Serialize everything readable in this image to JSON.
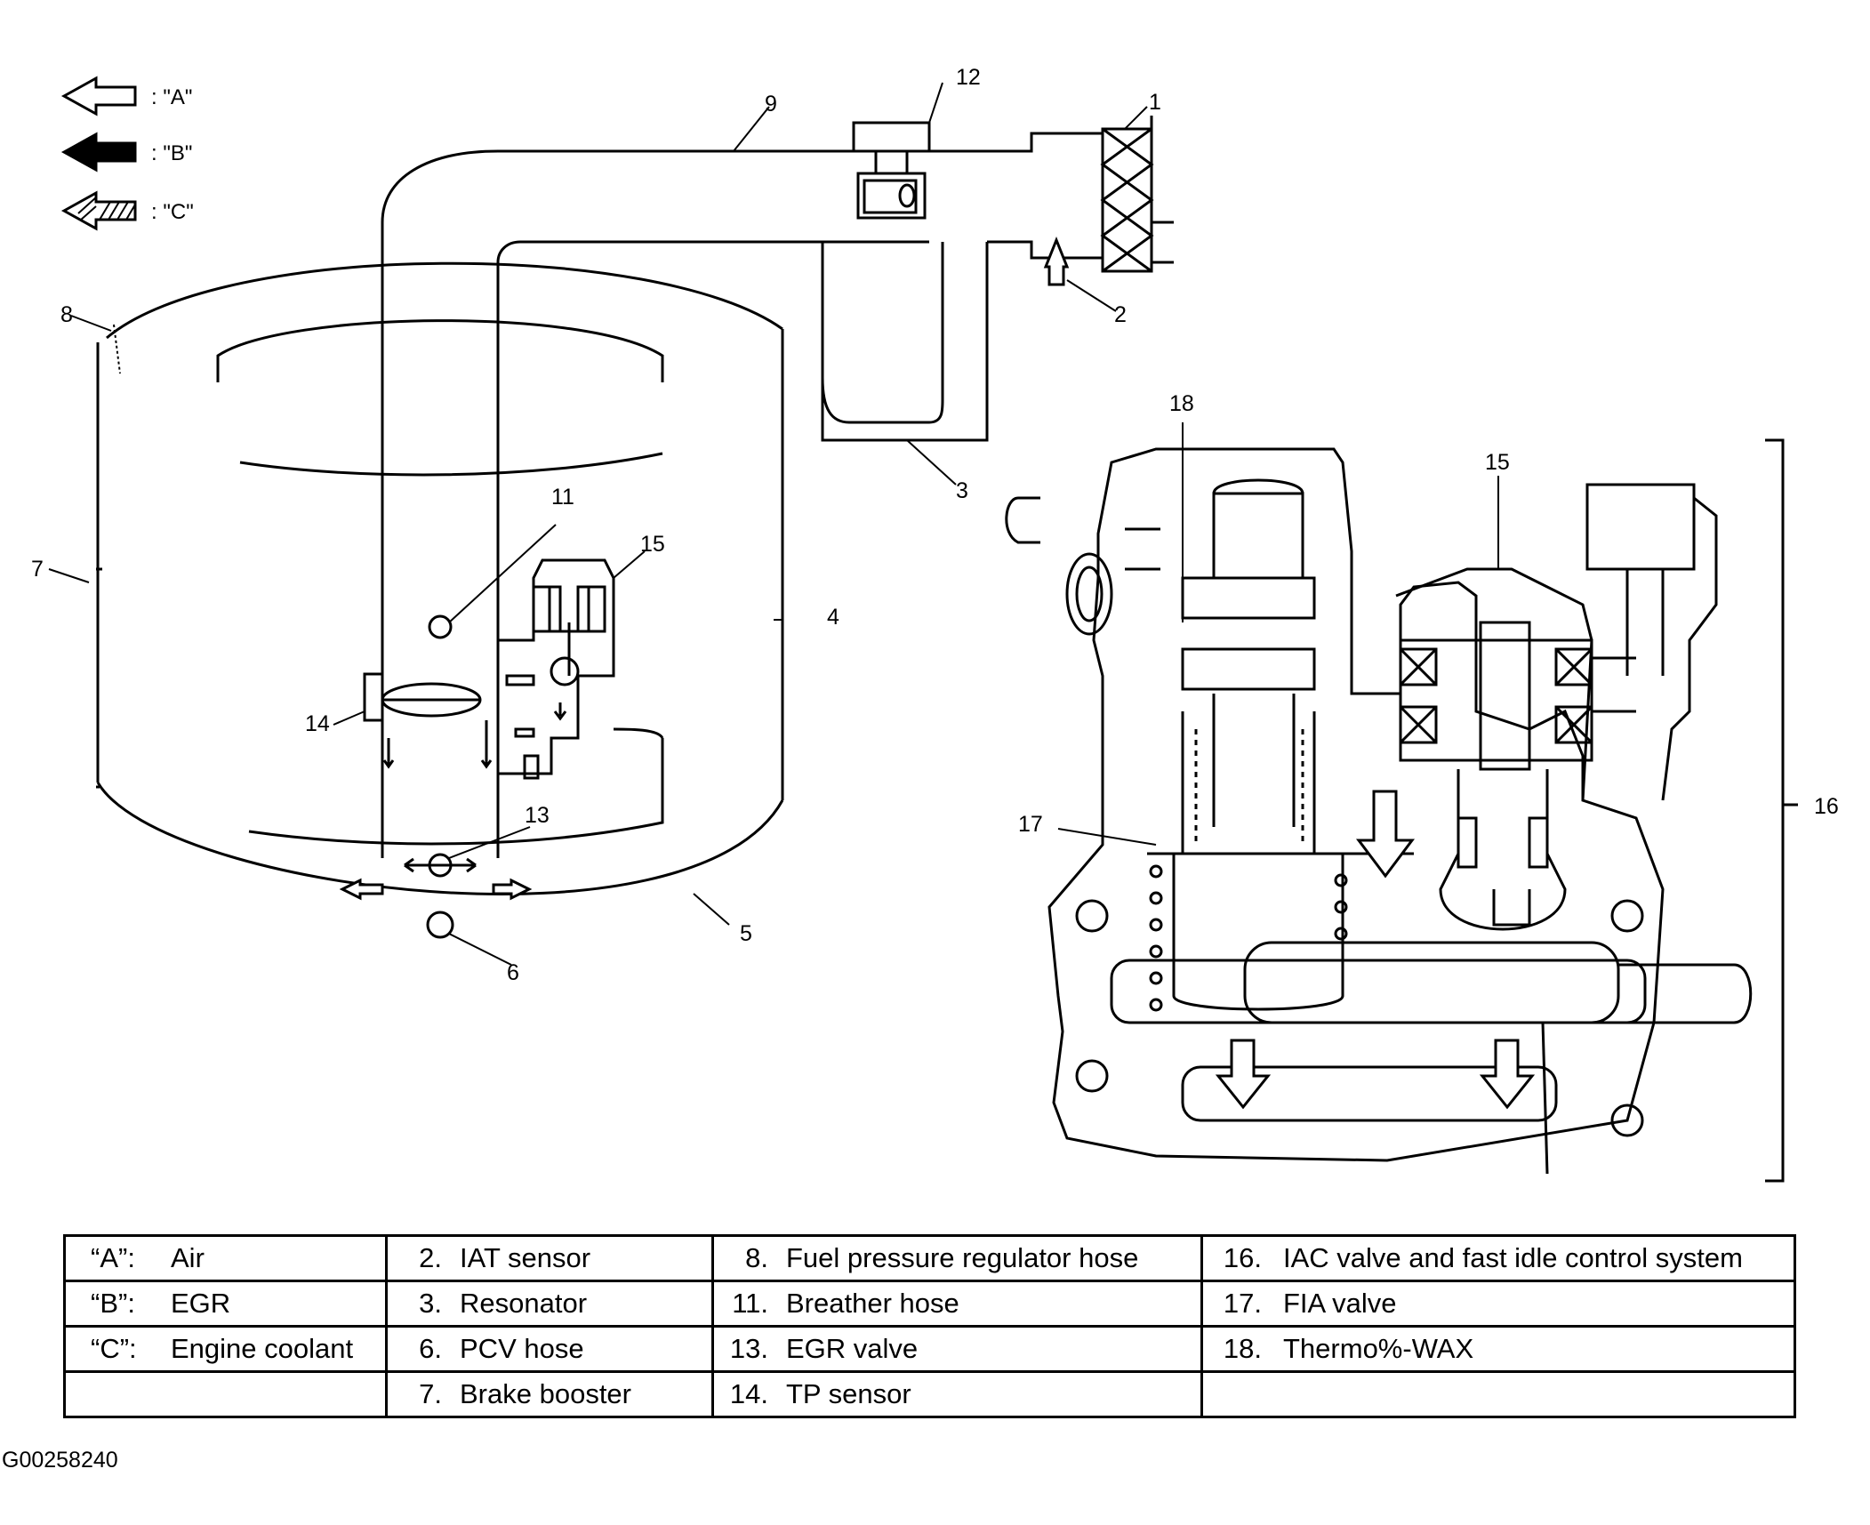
{
  "legend_arrows": [
    {
      "key": ": \"A\"",
      "fill": "#ffffff"
    },
    {
      "key": ": \"B\"",
      "fill": "#000000"
    },
    {
      "key": ": \"C\"",
      "fill": "hatched"
    }
  ],
  "callouts": {
    "c1": "1",
    "c2": "2",
    "c3": "3",
    "c4": "4",
    "c5": "5",
    "c6": "6",
    "c7": "7",
    "c8": "8",
    "c9": "9",
    "c11": "11",
    "c12": "12",
    "c13": "13",
    "c14": "14",
    "c15a": "15",
    "c15b": "15",
    "c16": "16",
    "c17": "17",
    "c18": "18"
  },
  "table": {
    "rows": [
      [
        {
          "key": "“A”:",
          "label": "Air"
        },
        {
          "num": "2.",
          "label": "IAT sensor"
        },
        {
          "num": "8.",
          "label": "Fuel pressure regulator hose"
        },
        {
          "num": "16.",
          "label": "IAC valve and fast idle control system"
        }
      ],
      [
        {
          "key": "“B”:",
          "label": "EGR"
        },
        {
          "num": "3.",
          "label": "Resonator"
        },
        {
          "num": "11.",
          "label": "Breather hose"
        },
        {
          "num": "17.",
          "label": "FIA valve"
        }
      ],
      [
        {
          "key": "“C”:",
          "label": "Engine coolant"
        },
        {
          "num": "6.",
          "label": "PCV hose"
        },
        {
          "num": "13.",
          "label": "EGR valve"
        },
        {
          "num": "18.",
          "label": "Thermo%-WAX"
        }
      ],
      [
        {
          "key": "",
          "label": ""
        },
        {
          "num": "7.",
          "label": "Brake booster"
        },
        {
          "num": "14.",
          "label": "TP sensor"
        },
        {
          "num": "",
          "label": ""
        }
      ]
    ]
  },
  "figure_id": "G00258240"
}
